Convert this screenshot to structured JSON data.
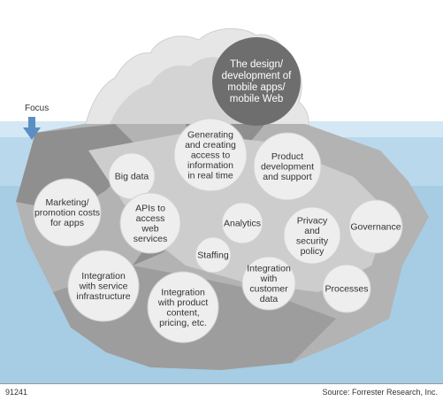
{
  "focus_label": "Focus",
  "top_bubble_lines": [
    "The design/",
    "development of",
    "mobile apps/",
    "mobile Web"
  ],
  "bubbles": [
    {
      "id": "big-data",
      "lines": [
        "Big data"
      ]
    },
    {
      "id": "generating-access",
      "lines": [
        "Generating",
        "and creating",
        "access to",
        "information",
        "in real time"
      ]
    },
    {
      "id": "product-development",
      "lines": [
        "Product",
        "development",
        "and support"
      ]
    },
    {
      "id": "marketing-promotion",
      "lines": [
        "Marketing/",
        "promotion costs",
        "for apps"
      ]
    },
    {
      "id": "apis-web-services",
      "lines": [
        "APIs to",
        "access",
        "web",
        "services"
      ]
    },
    {
      "id": "analytics",
      "lines": [
        "Analytics"
      ]
    },
    {
      "id": "privacy-security",
      "lines": [
        "Privacy",
        "and",
        "security",
        "policy"
      ]
    },
    {
      "id": "governance",
      "lines": [
        "Governance"
      ]
    },
    {
      "id": "staffing",
      "lines": [
        "Staffing"
      ]
    },
    {
      "id": "integration-service",
      "lines": [
        "Integration",
        "with service",
        "infrastructure"
      ]
    },
    {
      "id": "integration-customer",
      "lines": [
        "Integration",
        "with",
        "customer",
        "data"
      ]
    },
    {
      "id": "processes",
      "lines": [
        "Processes"
      ]
    },
    {
      "id": "integration-product",
      "lines": [
        "Integration",
        "with product",
        "content,",
        "pricing, etc."
      ]
    }
  ],
  "footer": {
    "left": "91241",
    "right": "Source: Forrester Research, Inc."
  },
  "colors": {
    "water": "#a9cfe6",
    "water_light": "#c9e2f1",
    "ice_dark": "#9a9a9a",
    "ice_mid": "#b6b6b6",
    "ice_light": "#d6d6d6",
    "bubble": "#eeeeee",
    "top_bubble": "#6e6e6e",
    "arrow": "#5b8fc4"
  }
}
